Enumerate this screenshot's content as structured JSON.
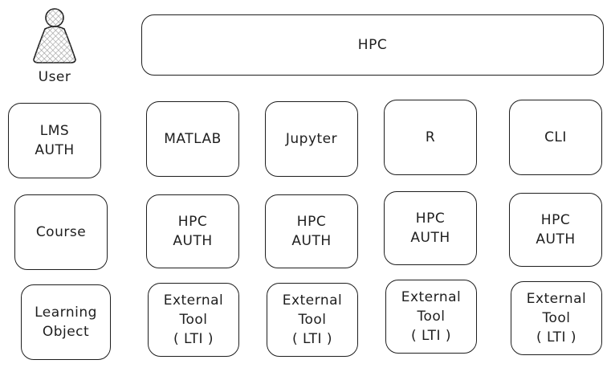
{
  "user": {
    "label": "User"
  },
  "hpc": {
    "label": "HPC"
  },
  "left_column": {
    "lms_auth": [
      "LMS",
      "AUTH"
    ],
    "course": [
      "Course"
    ],
    "learning_object": [
      "Learning",
      "Object"
    ]
  },
  "columns": [
    {
      "tool": "MATLAB",
      "auth": [
        "HPC",
        "AUTH"
      ],
      "lti": [
        "External",
        "Tool",
        "( LTI )"
      ]
    },
    {
      "tool": "Jupyter",
      "auth": [
        "HPC",
        "AUTH"
      ],
      "lti": [
        "External",
        "Tool",
        "( LTI )"
      ]
    },
    {
      "tool": "R",
      "auth": [
        "HPC",
        "AUTH"
      ],
      "lti": [
        "External",
        "Tool",
        "( LTI )"
      ]
    },
    {
      "tool": "CLI",
      "auth": [
        "HPC",
        "AUTH"
      ],
      "lti": [
        "External",
        "Tool",
        "( LTI )"
      ]
    }
  ],
  "colors": {
    "stroke": "#1e1e1e",
    "user_fill": "#cfcfcf"
  },
  "icons": [
    "user-icon"
  ]
}
